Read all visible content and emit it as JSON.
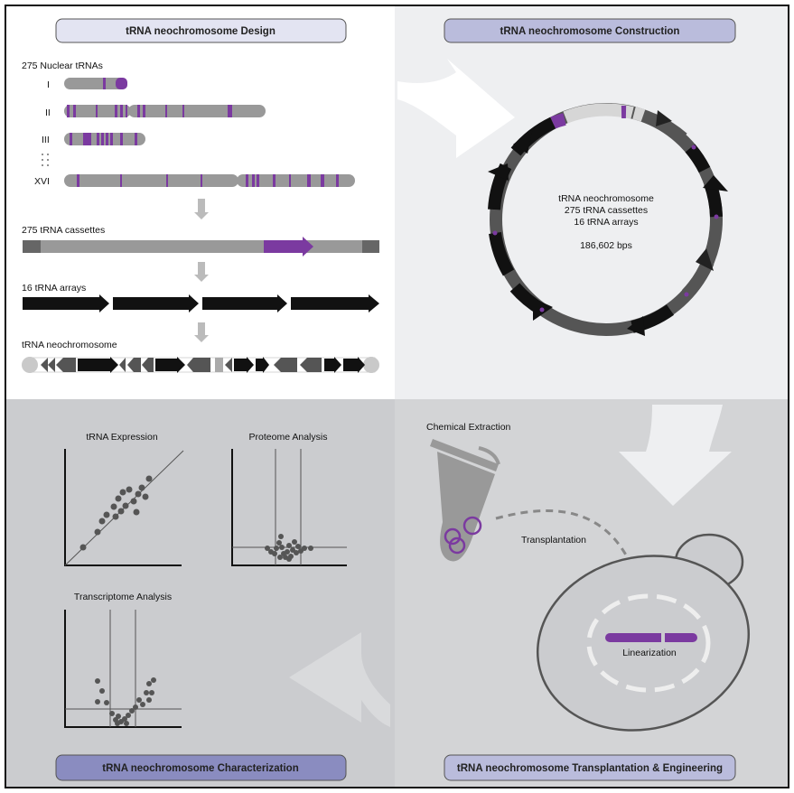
{
  "colors": {
    "purple": "#7b3aa0",
    "gray": "#999999",
    "dark_gray": "#555555",
    "black": "#111111",
    "panel_light": "#eeeff1",
    "panel_mid": "#d3d4d6",
    "panel_dark": "#cbcccf",
    "title_box_light": "#e3e4f2",
    "title_box_mid": "#babcdc",
    "title_box_dark": "#8a8cc0"
  },
  "panels": {
    "design": {
      "title": "tRNA neochromosome Design",
      "nuclear_label": "275 Nuclear tRNAs",
      "chromosomes": [
        "I",
        "II",
        "III",
        "XVI"
      ],
      "cassettes_label": "275 tRNA cassettes",
      "arrays_label": "16 tRNA arrays",
      "neo_label": "tRNA neochromosome"
    },
    "construction": {
      "title": "tRNA neochromosome Construction",
      "line1": "tRNA neochromosome",
      "line2": "275 tRNA cassettes",
      "line3": "16 tRNA arrays",
      "size": "186,602 bps"
    },
    "characterization": {
      "title": "tRNA neochromosome Characterization",
      "plot1_title": "tRNA Expression",
      "plot2_title": "Proteome Analysis",
      "plot3_title": "Transcriptome Analysis"
    },
    "transplantation": {
      "title": "tRNA neochromosome Transplantation & Engineering",
      "extraction_label": "Chemical Extraction",
      "transplant_label": "Transplantation",
      "linear_label": "Linearization"
    }
  }
}
